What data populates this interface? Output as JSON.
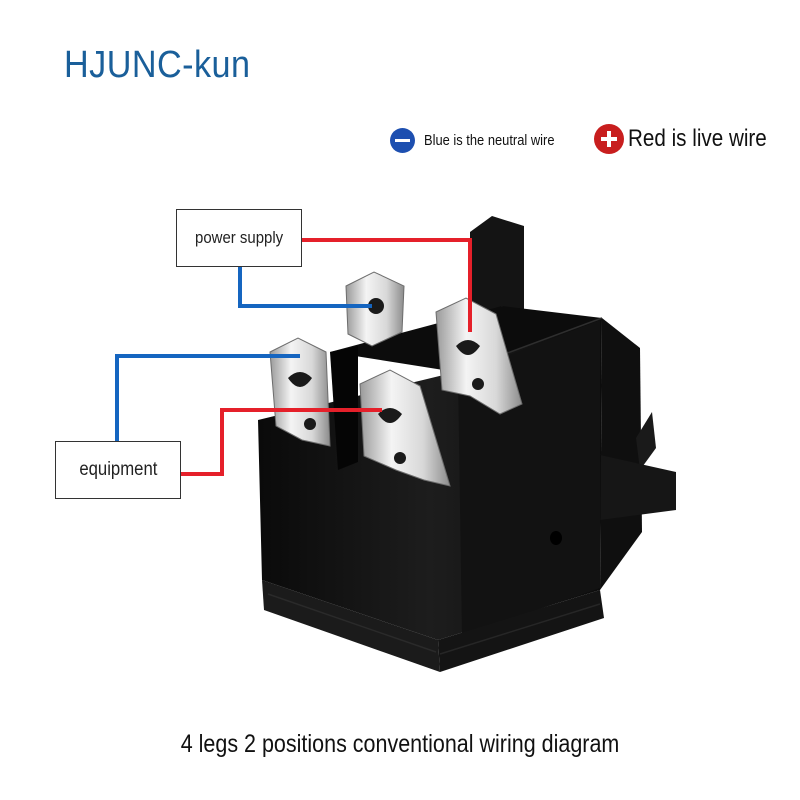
{
  "brand": {
    "text": "HJUNC-kun",
    "color": "#1a5f9a"
  },
  "legend": {
    "neutral": {
      "text": "Blue is the neutral wire",
      "symbol": "minus",
      "color": "#1d4fb0"
    },
    "live": {
      "text": "Red is live wire",
      "symbol": "plus",
      "color": "#c81e1e"
    }
  },
  "labels": {
    "power_supply": "power supply",
    "equipment": "equipment"
  },
  "caption": "4 legs 2 positions conventional wiring diagram",
  "wire_colors": {
    "neutral": "#1565c0",
    "live": "#e5202a"
  }
}
